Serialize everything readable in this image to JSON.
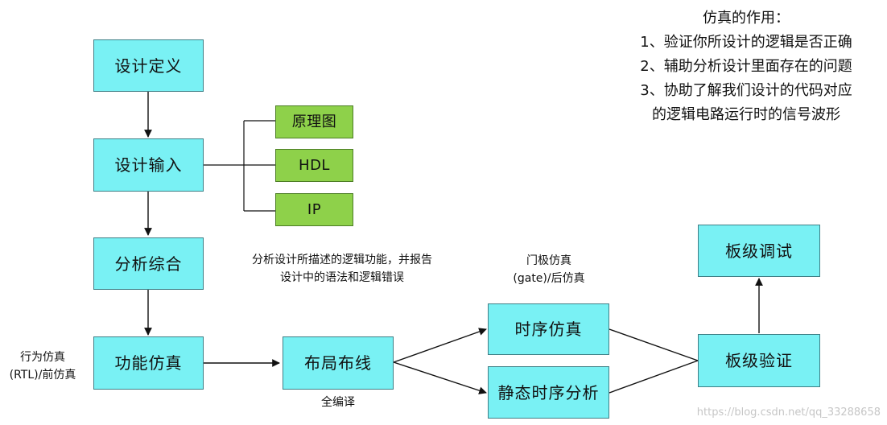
{
  "nodes": {
    "design_definition": "设计定义",
    "design_input": "设计输入",
    "schematic": "原理图",
    "hdl": "HDL",
    "ip": "IP",
    "analysis_synthesis": "分析综合",
    "functional_simulation": "功能仿真",
    "place_route": "布局布线",
    "timing_simulation": "时序仿真",
    "static_timing_analysis": "静态时序分析",
    "board_verification": "板级验证",
    "board_debug": "板级调试"
  },
  "labels": {
    "analysis_description": "分析设计所描述的逻辑功能，并报告\n设计中的语法和逻辑错误",
    "gate_simulation": "门极仿真\n(gate)/后仿真",
    "behavior_simulation": "行为仿真\n(RTL)/前仿真",
    "full_compile": "全编译"
  },
  "notes": {
    "title": "仿真的作用：",
    "item1": "1、验证你所设计的逻辑是否正确",
    "item2": "2、辅助分析设计里面存在的问题",
    "item3_line1": "3、协助了解我们设计的代码对应",
    "item3_line2": "的逻辑电路运行时的信号波形"
  },
  "watermark": "https://blog.csdn.net/qq_33288658"
}
